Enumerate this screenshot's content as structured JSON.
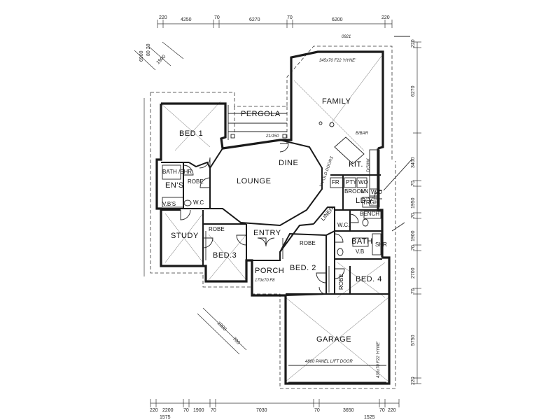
{
  "rooms": {
    "family": "FAMILY",
    "pergola": "PERGOLA",
    "bed1": "BED 1",
    "dine": "DINE",
    "kit": "KIT.",
    "lounge": "LOUNGE",
    "ens": "EN'S",
    "robe1": "ROBE",
    "bath_ens": "BATH /SHR",
    "wc1": "W.C",
    "vb1": "V.B'S",
    "study": "STUDY",
    "bed3": "BED.3",
    "robe3": "ROBE",
    "entry": "ENTRY",
    "porch": "PORCH",
    "robe2": "ROBE",
    "bed2": "BED. 2",
    "linen": "LINEN",
    "ldy": "LD'Y",
    "wc2": "W.C.",
    "bath": "BATH",
    "bed4": "BED. 4",
    "robe4": "ROBE",
    "garage": "GARAGE",
    "bench": "BENCH",
    "trough": "TRGH",
    "pty": "PTY",
    "wo": "WO",
    "fr": "FR",
    "broom": "BROOM",
    "ln": "LN",
    "wo2": "W/O",
    "ushr": "SHR",
    "vb2": "V.B"
  },
  "notes": {
    "pergola_beam": "21/150",
    "family_beam": "345x70 F22 'HYNE'",
    "bar": "B/BAR",
    "folding_doors": "2/-FOLD DOORS",
    "garage_beam": "430x70 F22 'HYNE'",
    "panel_door": "4800 PANEL LIFT DOOR",
    "porch_beam": "170x70 F8",
    "dsink": "D/SINK",
    "door_top": "0921"
  },
  "dimensions": {
    "top": [
      "220",
      "4250",
      "70",
      "6270",
      "70",
      "6200",
      "220"
    ],
    "bottom": [
      "220",
      "2200",
      "70",
      "1900",
      "70",
      "7030",
      "70",
      "3650",
      "70",
      "220"
    ],
    "bottom_row2": [
      "1575",
      "1525"
    ],
    "right": [
      "220",
      "6270",
      "3400",
      "70",
      "1950",
      "70",
      "1900",
      "70",
      "2700",
      "70",
      "5750",
      "220"
    ],
    "angled_top_left": [
      "6900",
      "1900",
      "80 20"
    ],
    "angled_bottom_left": [
      "1900",
      "700"
    ]
  }
}
